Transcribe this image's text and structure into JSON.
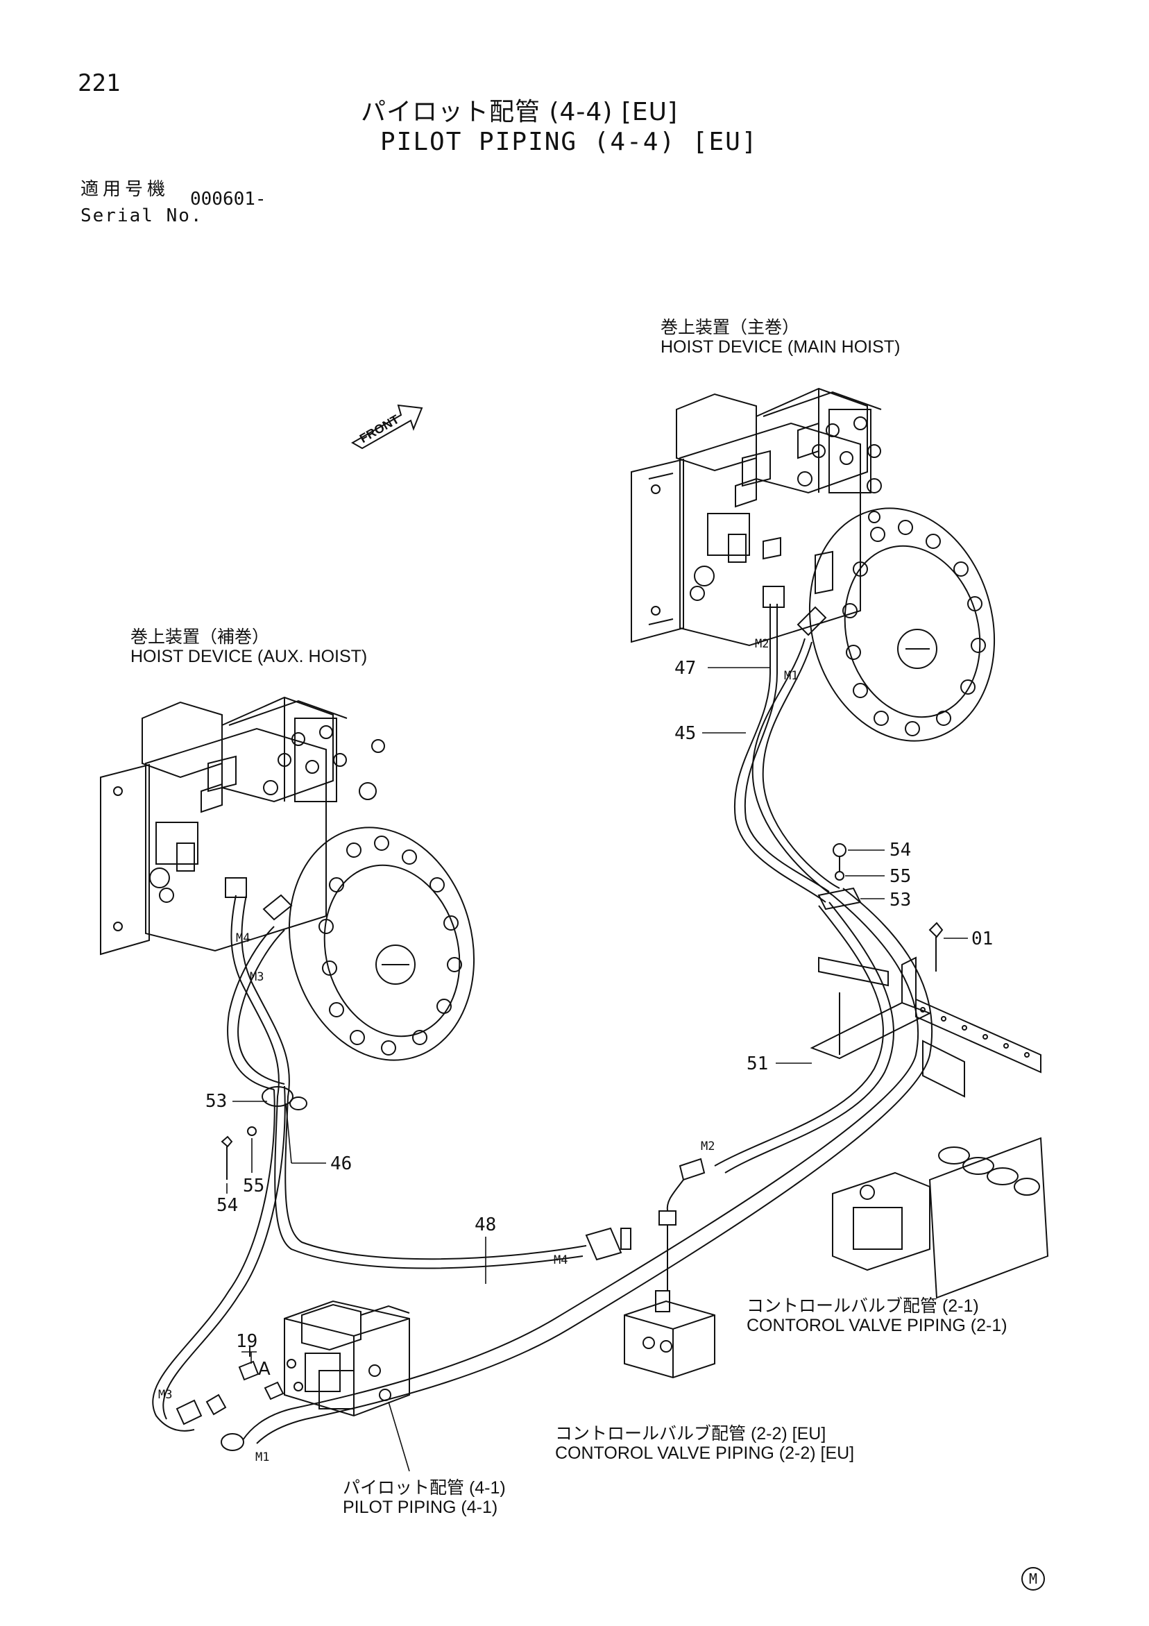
{
  "page": {
    "number": "221",
    "corner_mark": "M"
  },
  "title": {
    "jp": "パイロット配管 (4-4) [EU]",
    "en": "PILOT PIPING (4-4) [EU]"
  },
  "serial": {
    "label_jp": "適用号機",
    "label_en": "Serial No.",
    "value": "000601-"
  },
  "front_arrow": "FRONT",
  "callouts": {
    "main_hoist_jp": "巻上装置（主巻）",
    "main_hoist_en": "HOIST DEVICE (MAIN HOIST)",
    "aux_hoist_jp": "巻上装置（補巻）",
    "aux_hoist_en": "HOIST DEVICE (AUX. HOIST)",
    "cv21_jp": "コントロールバルブ配管 (2-1)",
    "cv21_en": "CONTOROL VALVE PIPING (2-1)",
    "cv22_jp": "コントロールバルブ配管 (2-2) [EU]",
    "cv22_en": "CONTOROL VALVE PIPING (2-2) [EU]",
    "pilot41_jp": "パイロット配管 (4-1)",
    "pilot41_en": "PILOT PIPING (4-1)"
  },
  "part_numbers": {
    "p47": "47",
    "p45": "45",
    "p54a": "54",
    "p55a": "55",
    "p53a": "53",
    "p01": "01",
    "p51": "51",
    "p53b": "53",
    "p46": "46",
    "p54b": "54",
    "p55b": "55",
    "p48": "48",
    "p19": "19",
    "view_a": "A"
  },
  "ports": {
    "m2_top": "M2",
    "m1_top": "M1",
    "m4_left": "M4",
    "m3_left": "M3",
    "m2_mid": "M2",
    "m4_mid": "M4",
    "m3_bottom": "M3",
    "m1_bottom": "M1"
  }
}
